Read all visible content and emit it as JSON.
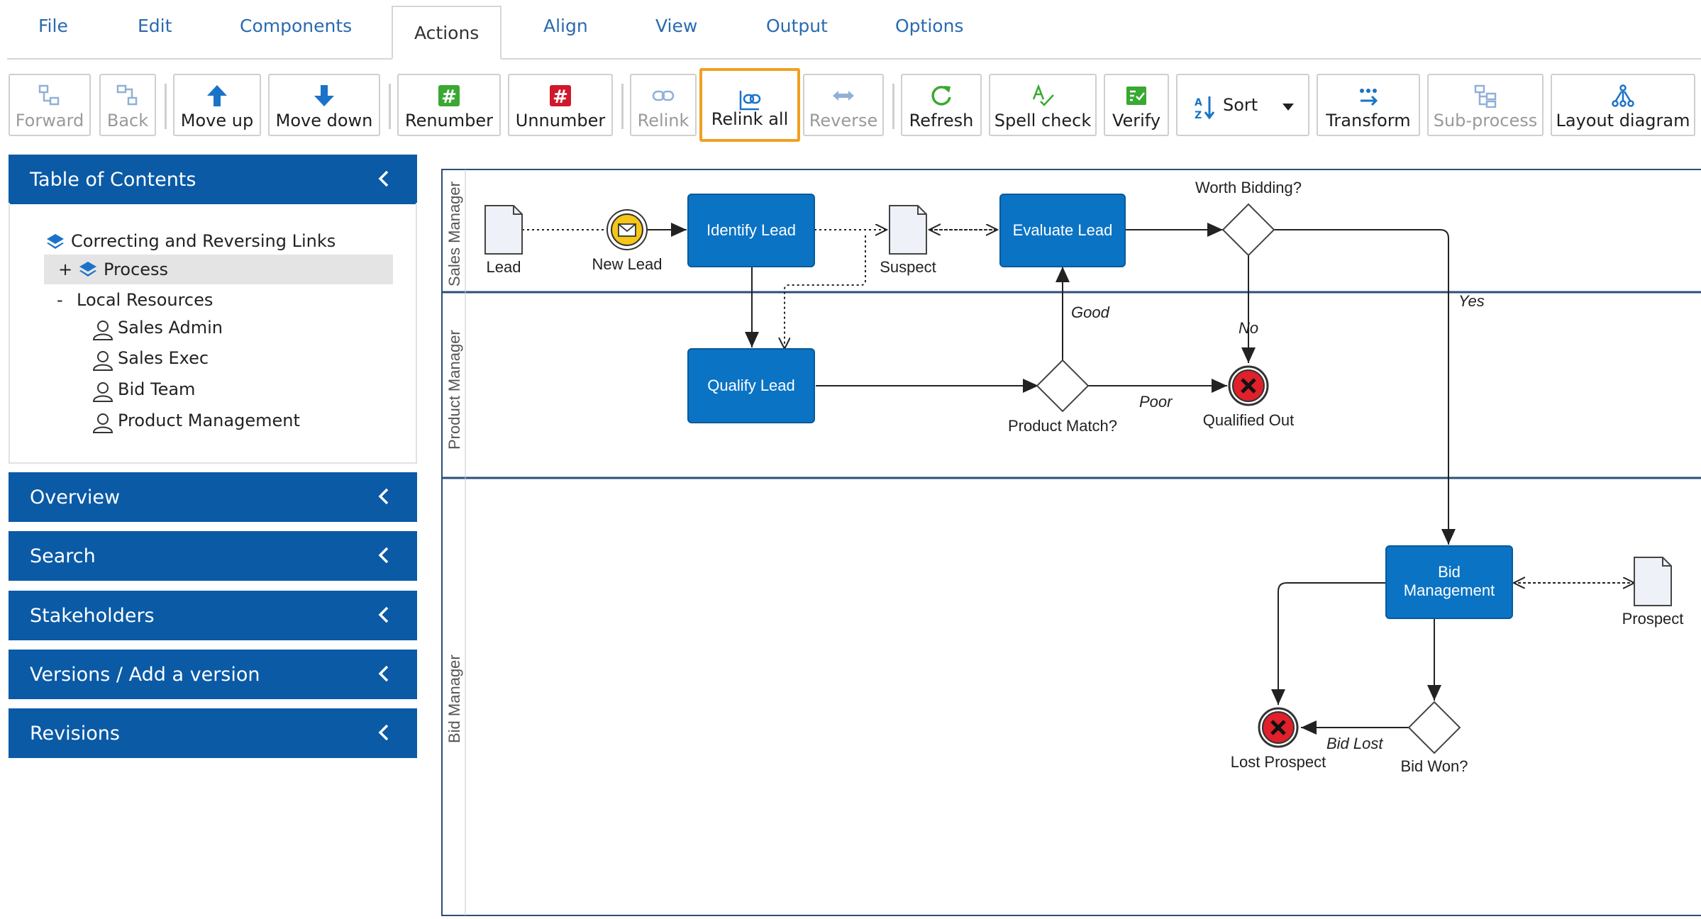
{
  "menu": {
    "tabs": [
      "File",
      "Edit",
      "Components",
      "Actions",
      "Align",
      "View",
      "Output",
      "Options"
    ],
    "active": "Actions"
  },
  "toolbar": {
    "forward": "Forward",
    "back": "Back",
    "move_up": "Move up",
    "move_down": "Move down",
    "renumber": "Renumber",
    "unnumber": "Unnumber",
    "relink": "Relink",
    "relink_all": "Relink all",
    "reverse": "Reverse",
    "refresh": "Refresh",
    "spell_check": "Spell check",
    "verify": "Verify",
    "sort": "Sort",
    "transform": "Transform",
    "sub_process": "Sub-process",
    "layout_diagram": "Layout diagram",
    "colors": {
      "green": "#3aa832",
      "red": "#d0182c",
      "blue": "#1a73c8",
      "highlight": "#f0a020"
    }
  },
  "left_panel": {
    "toc_title": "Table of Contents",
    "toc": {
      "root": "Correcting and Reversing Links",
      "process_toggle": "+",
      "process": "Process",
      "local_toggle": "-",
      "local_resources": "Local Resources",
      "resources": [
        "Sales Admin",
        "Sales Exec",
        "Bid Team",
        "Product Management"
      ]
    },
    "sections": [
      "Overview",
      "Search",
      "Stakeholders",
      "Versions / Add a version",
      "Revisions"
    ],
    "accent": "#0a5aa6"
  },
  "diagram": {
    "lanes": [
      "Sales Manager",
      "Product Manager",
      "Bid Manager"
    ],
    "nodes": {
      "lead": "Lead",
      "new_lead": "New Lead",
      "identify_lead": "Identify Lead",
      "suspect": "Suspect",
      "evaluate_lead": "Evaluate Lead",
      "worth_bidding": "Worth Bidding?",
      "qualify_lead": "Qualify Lead",
      "product_match": "Product Match?",
      "qualified_out": "Qualified Out",
      "bid_management_1": "Bid",
      "bid_management_2": "Management",
      "prospect": "Prospect",
      "lost_prospect": "Lost Prospect",
      "bid_won": "Bid Won?"
    },
    "flow_labels": {
      "good": "Good",
      "no": "No",
      "yes": "Yes",
      "poor": "Poor",
      "bid_lost": "Bid Lost"
    },
    "colors": {
      "task": "#0b73c4",
      "end_event": "#e0202a",
      "start_event": "#f5c518"
    }
  }
}
